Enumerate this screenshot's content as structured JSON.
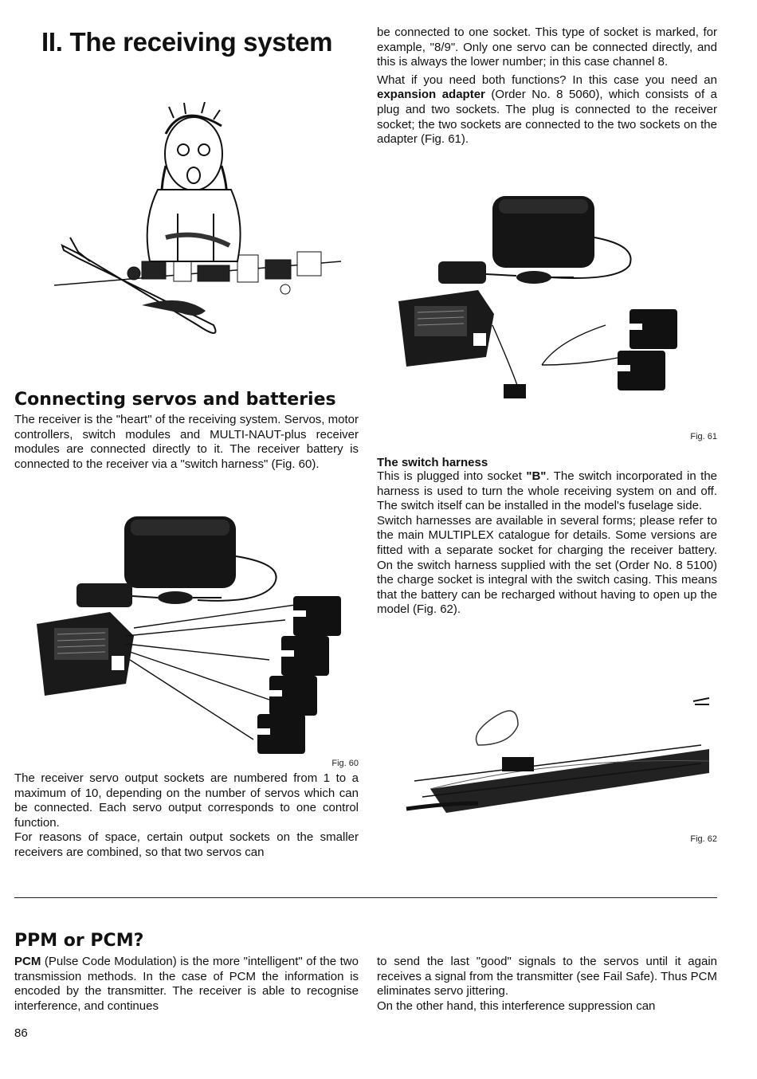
{
  "page": {
    "title": "II. The receiving system",
    "page_number": "86"
  },
  "left_column": {
    "section1_heading": "Connecting servos and batteries",
    "section1_paras": [
      "The receiver is the \"heart\" of the receiving system. Servos, motor controllers, switch modules and MULTI-NAUT-plus receiver modules are connected directly to it. The receiver battery is connected to the receiver via a \"switch harness\" (Fig. 60)."
    ],
    "fig60_caption": "Fig. 60",
    "after_fig60_paras": [
      "The receiver servo output sockets are numbered from 1 to a maximum of 10, depending on the number of servos which can be connected. Each servo output corresponds to one control function.",
      "For reasons of space, certain output sockets on the smaller receivers are combined, so that two servos can"
    ]
  },
  "right_column": {
    "intro_para": "be connected to one socket. This type of socket is marked, for example, \"8/9\". Only one servo can be connected directly, and this is always the lower number; in this case channel 8.",
    "expansion_para": {
      "before": "What if you need both functions? In this case you need an ",
      "bold": "expansion adapter",
      "after": " (Order No. 8 5060), which consists of a plug and two sockets. The plug is connected to the receiver socket; the two sockets are connected to the two sockets on the adapter (Fig. 61)."
    },
    "fig61_caption": "Fig. 61",
    "switch_harness_heading": "The switch harness",
    "switch_para1": {
      "before": "This is plugged into socket ",
      "bold": "\"B\"",
      "after": ". The switch incorporated in the harness is used to turn the whole receiving system on and off. The switch itself can be installed in the model's fuselage side."
    },
    "switch_para2": "Switch harnesses are available in several forms; please refer to the main MULTIPLEX catalogue for details. Some versions are fitted with a separate socket for charging the receiver battery. On the switch harness supplied with the set (Order No. 8 5100) the charge socket is integral with the switch casing. This means that the battery can be recharged without having to open up the model (Fig. 62).",
    "fig62_caption": "Fig. 62"
  },
  "ppm_section": {
    "heading": "PPM or PCM?",
    "left_para": {
      "bold": "PCM",
      "rest": " (Pulse Code Modulation) is the more \"intelligent\" of the two transmission methods. In the case of PCM the information is encoded by the transmitter. The receiver is able to recognise interference, and continues"
    },
    "right_paras": [
      "to send the last \"good\" signals to the servos until it again receives a signal from the transmitter (see Fail Safe). Thus PCM eliminates servo jittering.",
      "On the other hand, this interference suppression can"
    ]
  }
}
